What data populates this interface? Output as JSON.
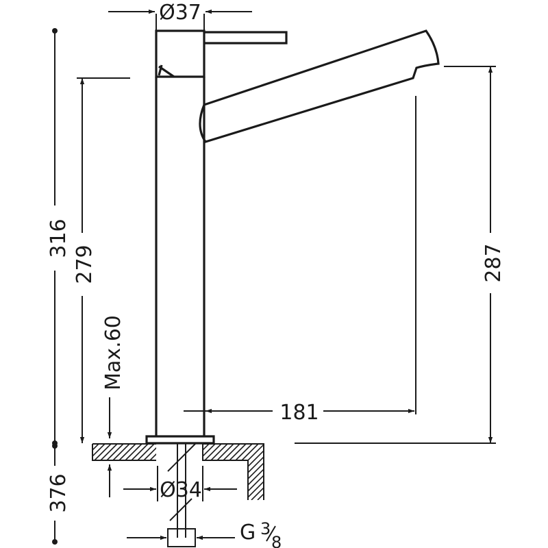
{
  "drawing": {
    "stroke_color": "#1a1a1a",
    "background": "#ffffff",
    "dimensions": {
      "total_height": "316",
      "body_height": "279",
      "deck_max": "Max.60",
      "below_deck": "376",
      "spout_reach": "181",
      "spout_height": "287",
      "top_diameter": "Ø37",
      "base_diameter": "Ø34",
      "thread": "G",
      "thread_num": "3",
      "thread_den": "8"
    }
  }
}
